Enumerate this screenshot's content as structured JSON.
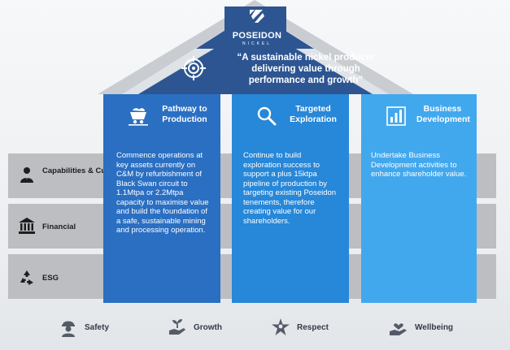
{
  "logo": {
    "name": "POSEIDON",
    "sub": "NICKEL"
  },
  "tagline": "“A sustainable nickel producer delivering value through performance and growth”",
  "rows": [
    {
      "label": "Capabilities & Culture",
      "icon": "person-icon"
    },
    {
      "label": "Financial",
      "icon": "bank-icon"
    },
    {
      "label": "ESG",
      "icon": "recycle-icon"
    }
  ],
  "pillars": [
    {
      "title": "Pathway to Production",
      "icon": "mine-cart-icon",
      "text": "Commence operations at key assets currently on C&M by refurbishment of Black Swan circuit to 1.1Mtpa or 2.2Mtpa capacity to maximise value and build the foundation of a safe, sustainable mining and processing operation."
    },
    {
      "title": "Targeted Exploration",
      "icon": "magnifier-icon",
      "text": "Continue to build exploration success to support a plus 15ktpa pipeline of production by targeting existing Poseidon tenements, therefore creating value for our shareholders."
    },
    {
      "title": "Business Development",
      "icon": "bar-chart-icon",
      "text": "Undertake Business Development activities to enhance shareholder value."
    }
  ],
  "values": [
    {
      "label": "Safety",
      "icon": "safety-worker-icon"
    },
    {
      "label": "Growth",
      "icon": "seedling-hand-icon"
    },
    {
      "label": "Respect",
      "icon": "star-people-icon"
    },
    {
      "label": "Wellbeing",
      "icon": "heart-hand-icon"
    }
  ],
  "colors": {
    "roof": "#2d5592",
    "pillar1": "#2a6fc2",
    "pillar2": "#2787d8",
    "pillar3": "#42a8ee",
    "rows": "#bcbec2"
  }
}
